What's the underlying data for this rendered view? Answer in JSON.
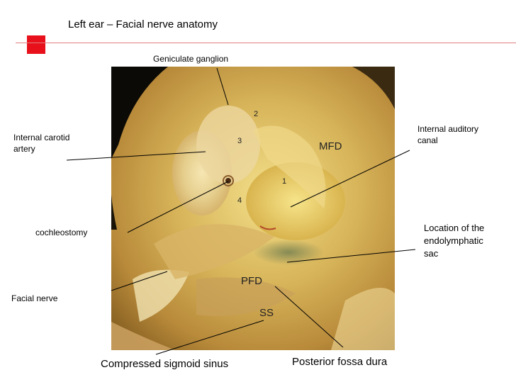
{
  "slide": {
    "title": "Left ear – Facial nerve anatomy"
  },
  "labels": {
    "geniculate": "Geniculate ganglion",
    "ica_1": "Internal carotid",
    "ica_2": "artery",
    "iac_1": "Internal auditory",
    "iac_2": "canal",
    "cochleostomy": "cochleostomy",
    "endo_1": "Location of the",
    "endo_2": "endolymphatic",
    "endo_3": "sac",
    "facial": "Facial nerve",
    "sigmoid": "Compressed sigmoid sinus",
    "pfd_long": "Posterior fossa dura"
  },
  "photo_labels": {
    "n2": "2",
    "n3": "3",
    "n1": "1",
    "n4": "4",
    "mfd": "MFD",
    "pfd": "PFD",
    "ss": "SS"
  },
  "colors": {
    "accent": "#e8101a",
    "rule": "#e08080"
  }
}
